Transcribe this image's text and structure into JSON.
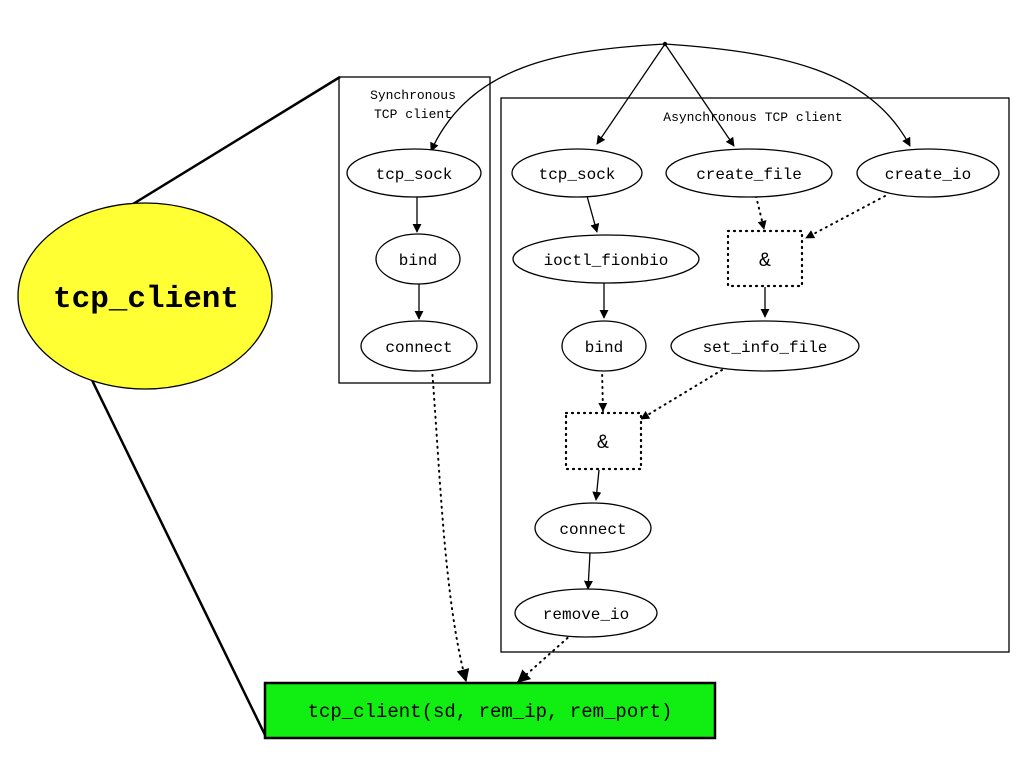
{
  "root_node": {
    "label": "tcp_client",
    "color": "#ffff33"
  },
  "result_node": {
    "label": "tcp_client(sd, rem_ip, rem_port)",
    "color": "#11ee11"
  },
  "sync_cluster": {
    "title_line1": "Synchronous",
    "title_line2": "TCP client",
    "nodes": {
      "tcp_sock": "tcp_sock",
      "bind": "bind",
      "connect": "connect"
    }
  },
  "async_cluster": {
    "title": "Asynchronous TCP client",
    "nodes": {
      "tcp_sock": "tcp_sock",
      "create_file": "create_file",
      "create_io": "create_io",
      "ioctl_fionbio": "ioctl_fionbio",
      "join_top": "&",
      "bind": "bind",
      "set_info_file": "set_info_file",
      "join_bottom": "&",
      "connect": "connect",
      "remove_io": "remove_io"
    }
  }
}
